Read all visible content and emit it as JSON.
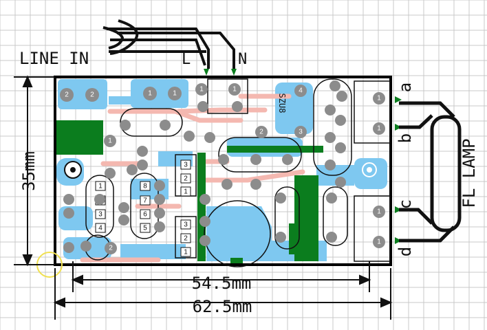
{
  "labels": {
    "line_in": "LINE IN",
    "line_l": "L",
    "line_n": "N",
    "lamp": "FL LAMP",
    "term_a": "a",
    "term_b": "b",
    "term_c": "c",
    "term_d": "d",
    "height_dim": "35mm",
    "hole_spacing_dim": "54.5mm",
    "width_dim": "62.5mm",
    "part_code": "SZU8"
  },
  "pad_labels": {
    "p1": "1",
    "p2": "2",
    "p3": "3",
    "p4": "4",
    "p5": "5",
    "p6": "6",
    "p7": "7",
    "p8": "8"
  },
  "colors": {
    "grid": "#c8c8c8",
    "copper_bottom": "#7ec8f0",
    "copper_top": "#0b7d1e",
    "trace_pink": "#f4b8b0",
    "outline": "#000000",
    "pad": "#8c8c8c"
  }
}
